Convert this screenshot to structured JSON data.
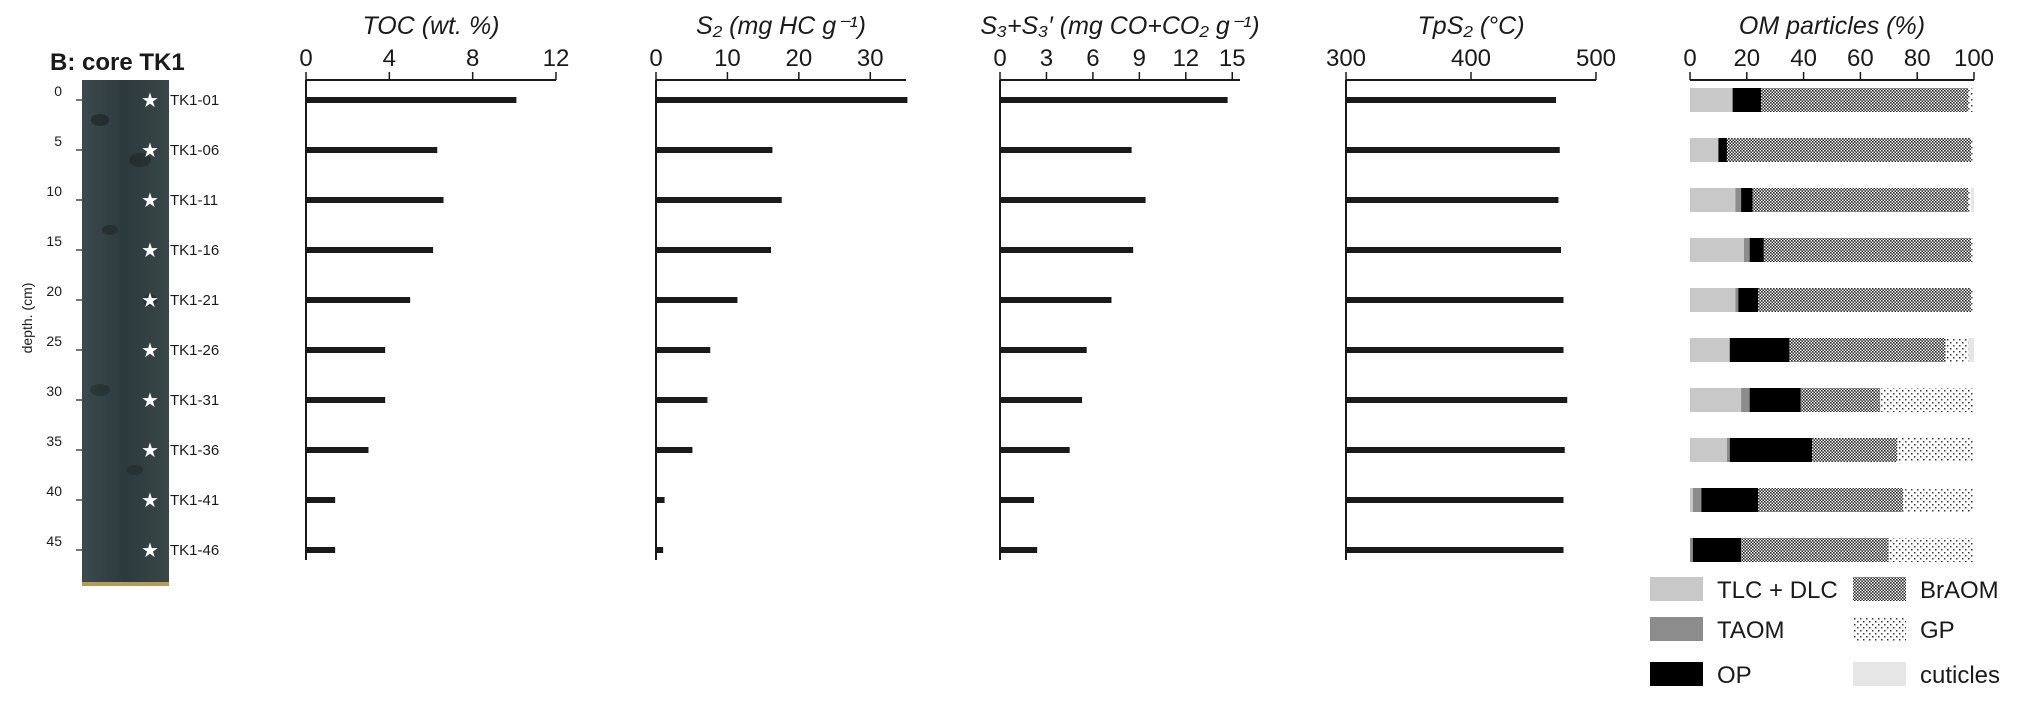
{
  "figure": {
    "core_label": "B: core TK1",
    "depth_axis_label": "depth. (cm)",
    "depth_ticks": [
      0,
      5,
      10,
      15,
      20,
      25,
      30,
      35,
      40,
      45
    ]
  },
  "chart_data": [
    {
      "type": "bar",
      "orientation": "horizontal",
      "title": "TOC (wt. %)",
      "xlim": [
        0,
        12
      ],
      "xticks": [
        0,
        4,
        8,
        12
      ],
      "categories": [
        "TK1-01",
        "TK1-06",
        "TK1-11",
        "TK1-16",
        "TK1-21",
        "TK1-26",
        "TK1-31",
        "TK1-36",
        "TK1-41",
        "TK1-46"
      ],
      "depths": [
        0,
        5,
        10,
        15,
        20,
        25,
        30,
        35,
        40,
        45
      ],
      "values": [
        10.1,
        6.3,
        6.6,
        6.1,
        5.0,
        3.8,
        3.8,
        3.0,
        1.4,
        1.4
      ]
    },
    {
      "type": "bar",
      "orientation": "horizontal",
      "title": "S₂ (mg HC g⁻¹)",
      "xlim": [
        0,
        35
      ],
      "xticks": [
        0,
        10,
        20,
        30
      ],
      "categories": [
        "TK1-01",
        "TK1-06",
        "TK1-11",
        "TK1-16",
        "TK1-21",
        "TK1-26",
        "TK1-31",
        "TK1-36",
        "TK1-41",
        "TK1-46"
      ],
      "depths": [
        0,
        5,
        10,
        15,
        20,
        25,
        30,
        35,
        40,
        45
      ],
      "values": [
        35.2,
        16.3,
        17.6,
        16.1,
        11.4,
        7.6,
        7.2,
        5.1,
        1.2,
        1.0
      ]
    },
    {
      "type": "bar",
      "orientation": "horizontal",
      "title": "S₃+S₃′ (mg CO+CO₂ g⁻¹)",
      "xlim": [
        0,
        15.5
      ],
      "xticks": [
        0,
        3,
        6,
        9,
        12,
        15
      ],
      "categories": [
        "TK1-01",
        "TK1-06",
        "TK1-11",
        "TK1-16",
        "TK1-21",
        "TK1-26",
        "TK1-31",
        "TK1-36",
        "TK1-41",
        "TK1-46"
      ],
      "depths": [
        0,
        5,
        10,
        15,
        20,
        25,
        30,
        35,
        40,
        45
      ],
      "values": [
        14.7,
        8.5,
        9.4,
        8.6,
        7.2,
        5.6,
        5.3,
        4.5,
        2.2,
        2.4
      ]
    },
    {
      "type": "bar",
      "orientation": "horizontal",
      "title": "TpS₂ (°C)",
      "xlim": [
        300,
        500
      ],
      "xticks": [
        300,
        400,
        500
      ],
      "categories": [
        "TK1-01",
        "TK1-06",
        "TK1-11",
        "TK1-16",
        "TK1-21",
        "TK1-26",
        "TK1-31",
        "TK1-36",
        "TK1-41",
        "TK1-46"
      ],
      "depths": [
        0,
        5,
        10,
        15,
        20,
        25,
        30,
        35,
        40,
        45
      ],
      "values": [
        468,
        471,
        470,
        472,
        474,
        474,
        477,
        475,
        474,
        474
      ]
    },
    {
      "type": "bar",
      "stacked": true,
      "orientation": "horizontal",
      "title": "OM particles (%)",
      "xlim": [
        0,
        100
      ],
      "xticks": [
        0,
        20,
        40,
        60,
        80,
        100
      ],
      "categories": [
        "TK1-01",
        "TK1-06",
        "TK1-11",
        "TK1-16",
        "TK1-21",
        "TK1-26",
        "TK1-31",
        "TK1-36",
        "TK1-41",
        "TK1-46"
      ],
      "depths": [
        0,
        5,
        10,
        15,
        20,
        25,
        30,
        35,
        40,
        45
      ],
      "series": [
        {
          "name": "TLC + DLC",
          "color": "#c8c8c8",
          "pattern": "solid",
          "values": [
            15,
            10,
            16,
            19,
            16,
            14,
            18,
            13,
            1,
            0
          ]
        },
        {
          "name": "TAOM",
          "color": "#8c8c8c",
          "pattern": "solid",
          "values": [
            0,
            0,
            2,
            2,
            1,
            0,
            3,
            1,
            3,
            1
          ]
        },
        {
          "name": "OP",
          "color": "#000000",
          "pattern": "solid",
          "values": [
            10,
            3,
            4,
            5,
            7,
            21,
            18,
            29,
            20,
            17
          ]
        },
        {
          "name": "BrAOM",
          "color": "#3a3a3a",
          "pattern": "dense-dots",
          "values": [
            73,
            86,
            76,
            73,
            75,
            55,
            28,
            30,
            51,
            52
          ]
        },
        {
          "name": "GP",
          "color": "#3a3a3a",
          "pattern": "sparse-dots",
          "values": [
            2,
            1,
            1,
            1,
            1,
            8,
            33,
            27,
            25,
            30
          ]
        },
        {
          "name": "cuticles",
          "color": "#e6e6e6",
          "pattern": "solid",
          "values": [
            0,
            0,
            1,
            0,
            0,
            2,
            0,
            0,
            0,
            0
          ]
        }
      ]
    }
  ]
}
